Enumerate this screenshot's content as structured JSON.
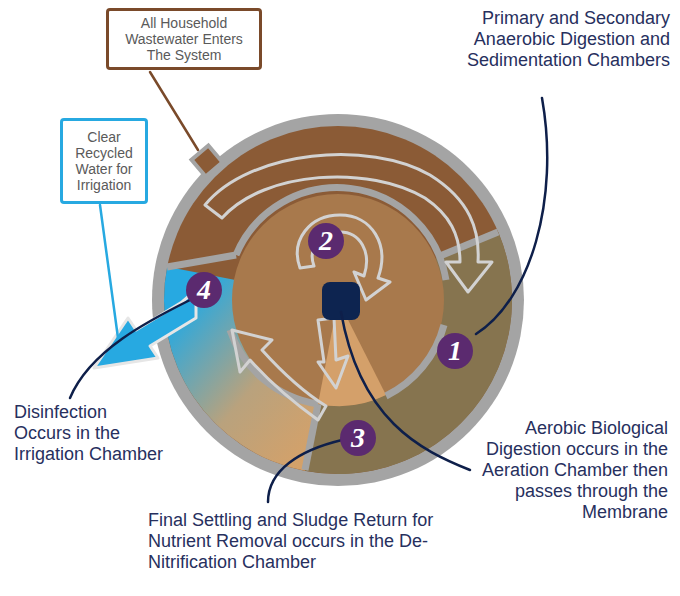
{
  "diagram": {
    "nodes": [
      {
        "text": [
          "All Household Wastewater Enters The System"
        ]
      },
      {
        "text": [
          "2"
        ]
      },
      {
        "text": [
          "Clear Recycled Water for Irrigation"
        ]
      },
      {
        "text": [
          "4"
        ]
      },
      {
        "text": [
          "1"
        ]
      },
      {
        "text": [
          "3"
        ]
      }
    ],
    "labels": [
      "Primary and Secondary Anaerobic Digestion and Sedimentation Chambers",
      "Disinfection Occurs in the Irrigation Chamber",
      "Final Settling and Sludge Return for Nutrient Removal occurs in the De-Nitrification Chamber",
      "Aerobic Biological Digestion occurs in the Aeration Chamber then passes through the Membrane"
    ]
  }
}
